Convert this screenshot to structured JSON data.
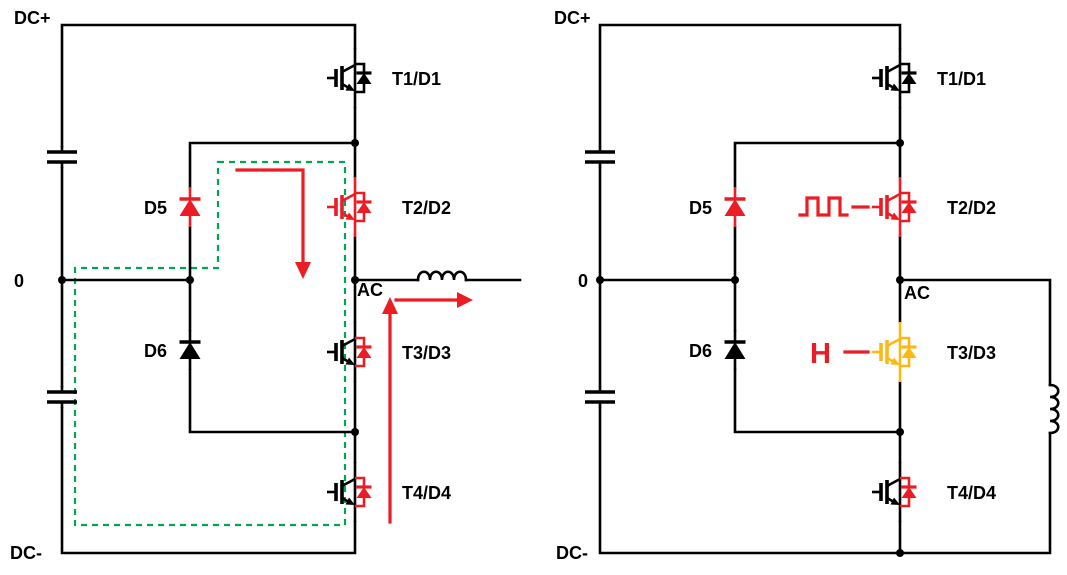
{
  "colors": {
    "wire_black": "#000000",
    "highlight_red": "#ec1c24",
    "highlight_yellow": "#fdb913",
    "loop_green": "#00a651",
    "background": "#ffffff"
  },
  "left_circuit": {
    "labels": {
      "dc_plus": "DC+",
      "zero": "0",
      "dc_minus": "DC-",
      "d5": "D5",
      "d6": "D6",
      "t1": "T1/D1",
      "t2": "T2/D2",
      "t3": "T3/D3",
      "t4": "T4/D4",
      "ac": "AC"
    }
  },
  "right_circuit": {
    "labels": {
      "dc_plus": "DC+",
      "zero": "0",
      "dc_minus": "DC-",
      "d5": "D5",
      "d6": "D6",
      "t1": "T1/D1",
      "t2": "T2/D2",
      "t3": "T3/D3",
      "t4": "T4/D4",
      "ac": "AC",
      "gate_high": "H"
    }
  }
}
